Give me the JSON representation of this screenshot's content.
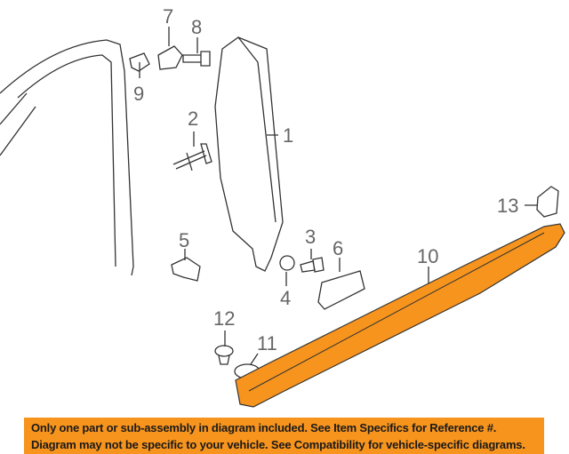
{
  "callouts": [
    {
      "id": "1",
      "part": "pillar-trim"
    },
    {
      "id": "2",
      "part": "push-pin"
    },
    {
      "id": "3",
      "part": "bolt"
    },
    {
      "id": "4",
      "part": "nut"
    },
    {
      "id": "5",
      "part": "clip"
    },
    {
      "id": "6",
      "part": "pad"
    },
    {
      "id": "7",
      "part": "bracket"
    },
    {
      "id": "8",
      "part": "bolt"
    },
    {
      "id": "9",
      "part": "clip"
    },
    {
      "id": "10",
      "part": "rocker-molding"
    },
    {
      "id": "11",
      "part": "retainer"
    },
    {
      "id": "12",
      "part": "grommet"
    },
    {
      "id": "13",
      "part": "bracket"
    }
  ],
  "highlight_color": "#f7941d",
  "banner": {
    "line1": "Only one part or sub-assembly in diagram included. See Item Specifics for Reference #.",
    "line2": "Diagram may not be specific to your vehicle. See Compatibility for vehicle-specific diagrams."
  }
}
